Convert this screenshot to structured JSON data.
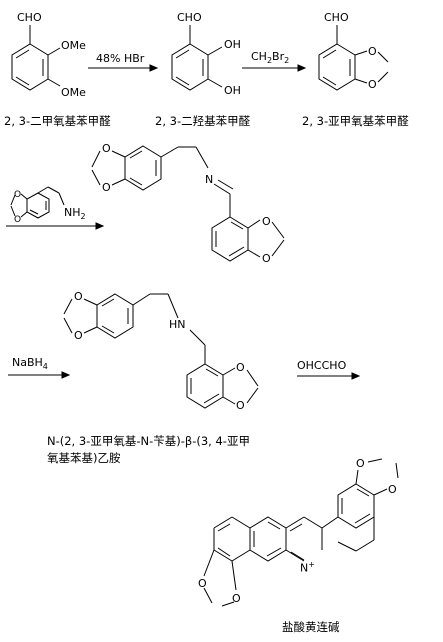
{
  "reaction": {
    "compound1": {
      "caption": "2, 3-二甲氧基苯甲醛",
      "groups": [
        "CHO",
        "OMe",
        "OMe"
      ]
    },
    "step1": {
      "reagent": "48% HBr"
    },
    "compound2": {
      "caption": "2, 3-二羟基苯甲醛",
      "groups": [
        "CHO",
        "OH",
        "OH"
      ]
    },
    "step2": {
      "reagent": "CH2Br2",
      "reagent_main": "CH",
      "reagent_sub1": "2",
      "reagent_mid": "Br",
      "reagent_sub2": "2"
    },
    "compound3": {
      "caption": "2,  3-亚甲氧基苯甲醛",
      "groups": [
        "CHO"
      ]
    },
    "step3": {
      "reagent_amine_label": "NH2",
      "amine_main": "NH",
      "amine_sub": "2",
      "imine_N": "N"
    },
    "step4": {
      "reagent": "NaBH4",
      "reagent_main": "NaBH",
      "reagent_sub": "4",
      "amine_label": "HN"
    },
    "compound5": {
      "caption_line1": "N-(2, 3-亚甲氧基-N-苄基)-β-(3, 4-亚甲",
      "caption_line2": "氧基苯基)乙胺"
    },
    "step5": {
      "reagent": "OHCCHO"
    },
    "product": {
      "caption": "盐酸黄连碱",
      "nplus_main": "N",
      "nplus_sup": "+"
    },
    "atoms": {
      "O": "O"
    }
  }
}
